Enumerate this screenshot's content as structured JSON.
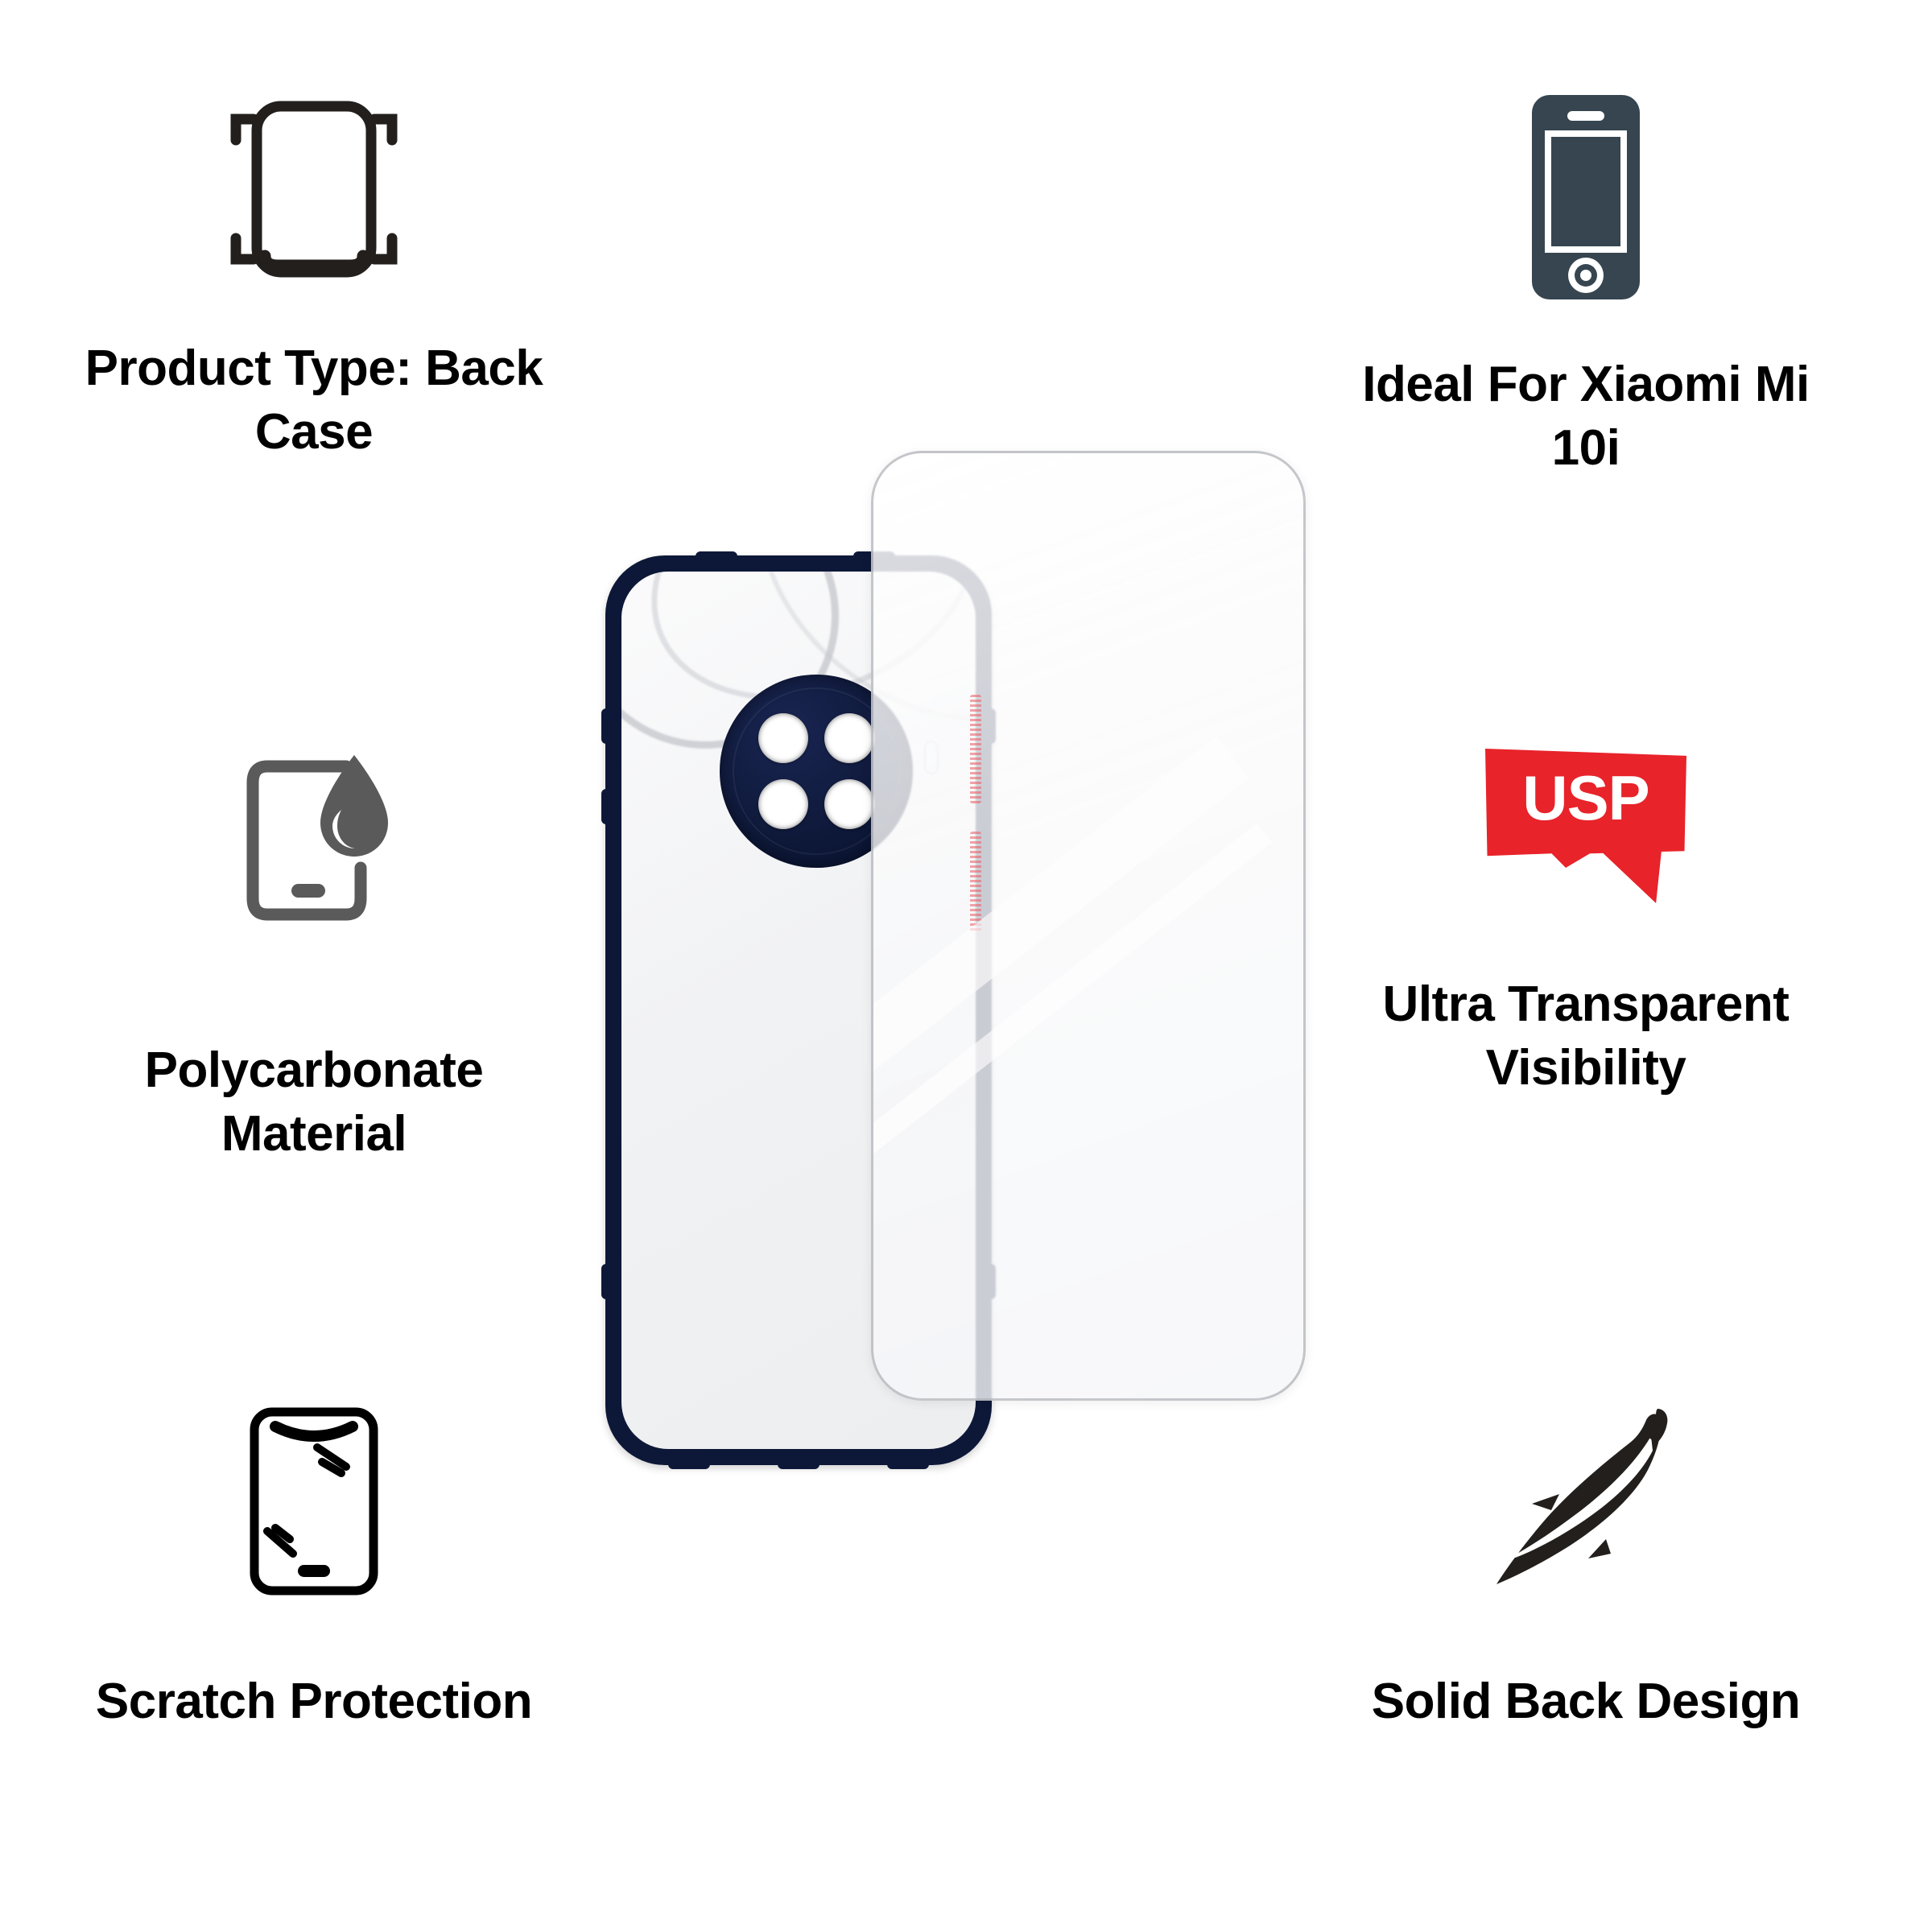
{
  "page": {
    "background_color": "#ffffff",
    "title": "Mobile Back Case Feature Infographic"
  },
  "theme": {
    "text_color": "#000000",
    "case_navy": "#0d1838",
    "icon_dark_slate": "#36454f",
    "icon_gray": "#5a5a5a",
    "icon_black": "#231f1c",
    "usp_red": "#e8232a",
    "lens_white": "#ffffff"
  },
  "features": [
    {
      "id": "product-type",
      "icon": "phone-back-case-scan-icon",
      "label": "Product Type: Back\nCase",
      "column": "left",
      "row": 1
    },
    {
      "id": "ideal-for",
      "icon": "smartphone-icon",
      "label": "Ideal For Xiaomi Mi\n10i",
      "column": "right",
      "row": 1
    },
    {
      "id": "material",
      "icon": "phone-waterdrop-icon",
      "label": "Polycarbonate\nMaterial",
      "column": "left",
      "row": 2
    },
    {
      "id": "transparent",
      "icon": "usp-badge-icon",
      "label": "Ultra Transparent\nVisibility",
      "column": "right",
      "row": 2
    },
    {
      "id": "scratch",
      "icon": "phone-scratch-icon",
      "label": "Scratch Protection",
      "column": "left",
      "row": 3
    },
    {
      "id": "solid-back",
      "icon": "leaf-icon",
      "label": "Solid Back Design",
      "column": "right",
      "row": 3
    }
  ],
  "usp": {
    "text": "USP",
    "color": "#e8232a"
  },
  "product": {
    "name": "Transparent Back Case",
    "case_color": "#0d1838",
    "camera_lens_count": 4,
    "camera_layout": "2x2-circular-module",
    "layers": [
      {
        "id": "back-case",
        "description": "Navy bumper transparent back case"
      },
      {
        "id": "clear-panel",
        "description": "Ultra transparent clear panel overlay"
      }
    ]
  }
}
